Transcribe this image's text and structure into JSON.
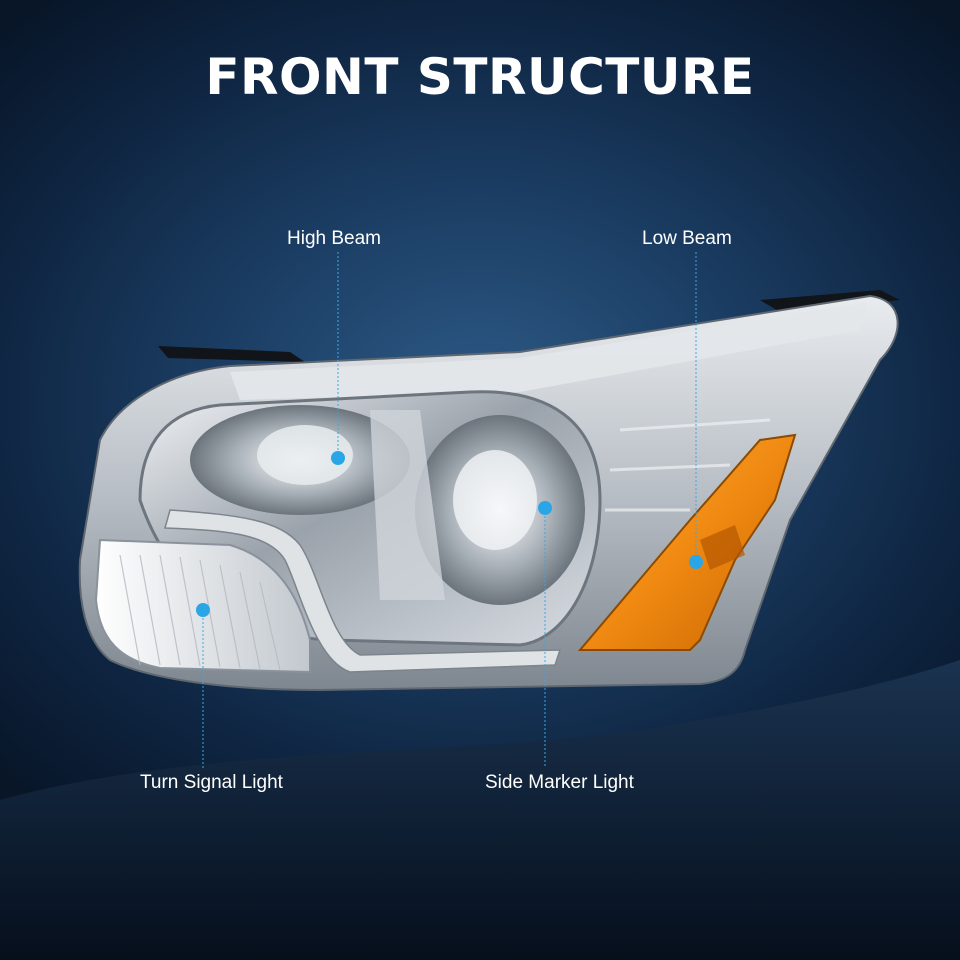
{
  "title": "FRONT STRUCTURE",
  "callouts": {
    "high_beam": "High Beam",
    "low_beam": "Low Beam",
    "turn_signal": "Turn Signal Light",
    "side_marker": "Side Marker Light"
  },
  "colors": {
    "marker_dot": "#2aa6e6",
    "amber_lens": "#f08a12",
    "chrome": "#c9ced3"
  }
}
